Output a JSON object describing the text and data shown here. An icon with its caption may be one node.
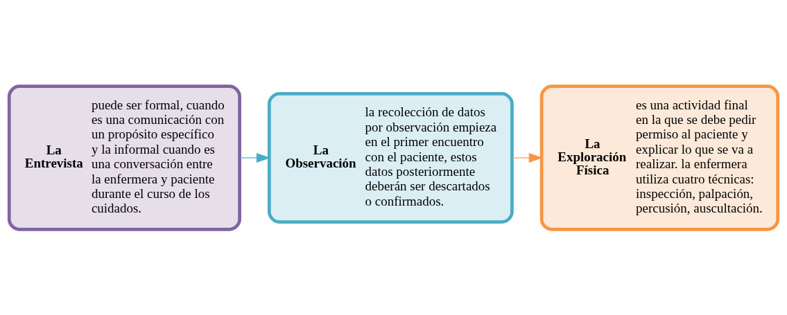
{
  "diagram": {
    "nodes": [
      {
        "text": [
          "La Entrevista",
          "puede ser formal, cuando es una comunicación con un propósito específico y la informal cuando es una conversación entre la enfermera y paciente durante el curso de los cuidados."
        ]
      },
      {
        "text": [
          "La Observación",
          "la recolección de datos por observación empieza en el primer encuentro con el paciente, estos datos posteriormente deberán ser descartados o confirmados."
        ]
      },
      {
        "text": [
          "La Exploración Física",
          "es una actividad final en la que se debe pedir permiso al paciente y explicar lo que se va a realizar. la enfermera utiliza cuatro técnicas: inspección, palpación, percusión, auscultación."
        ]
      }
    ],
    "edges": [
      {
        "from": 0,
        "to": 1,
        "arrow": "to",
        "color": "#4bacc6"
      },
      {
        "from": 1,
        "to": 2,
        "arrow": "to",
        "color": "#f79646"
      }
    ]
  }
}
